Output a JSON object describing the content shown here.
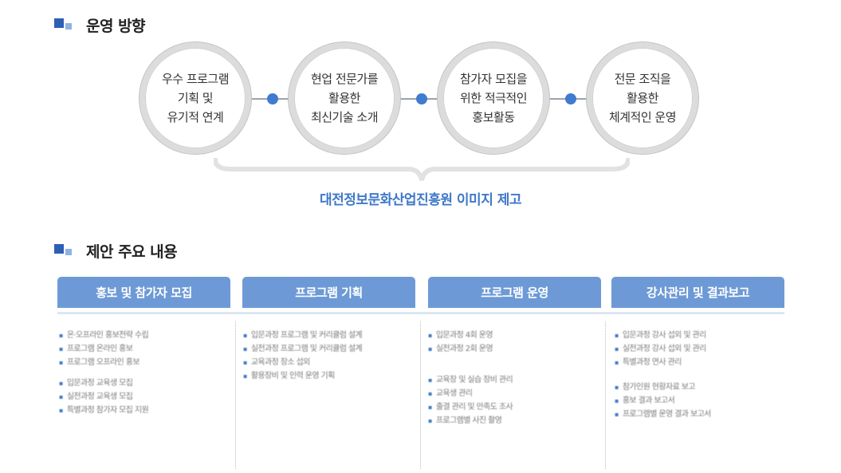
{
  "section1": {
    "title": "운영 방향"
  },
  "flow": {
    "circles": [
      "우수 프로그램\n기획 및\n유기적 연계",
      "현업 전문가를\n활용한\n최신기술 소개",
      "참가자 모집을\n위한 적극적인\n홍보활동",
      "전문 조직을\n활용한\n체계적인 운영"
    ],
    "goal": "대전정보문화산업진흥원 이미지 제고"
  },
  "section2": {
    "title": "제안 주요 내용"
  },
  "columns": [
    {
      "header": "홍보 및 참가자 모집",
      "groups": [
        [
          "온·오프라인 홍보전략 수립",
          "프로그램 온라인 홍보",
          "프로그램 오프라인 홍보"
        ],
        [
          "입문과정 교육생 모집",
          "실전과정 교육생 모집",
          "특별과정 참가자 모집 지원"
        ]
      ]
    },
    {
      "header": "프로그램 기획",
      "groups": [
        [
          "입문과정 프로그램 및 커리큘럼 설계",
          "실전과정 프로그램 및 커리큘럼 설계",
          "교육과정 장소 섭외",
          "활용장비 및 인력 운영 기획"
        ]
      ]
    },
    {
      "header": "프로그램 운영",
      "groups": [
        [
          "입문과정 4회 운영",
          "실전과정 2회 운영"
        ],
        [
          "교육장 및 실습 장비 관리",
          "교육생 관리",
          "출결 관리 및 만족도 조사",
          "프로그램별 사진 촬영"
        ]
      ]
    },
    {
      "header": "강사관리 및 결과보고",
      "groups": [
        [
          "입문과정 강사 섭외 및 관리",
          "실전과정 강사 섭외 및 관리",
          "특별과정 연사 관리"
        ],
        [
          "참가인원 현황자료 보고",
          "홍보 결과 보고서",
          "프로그램별 운영 결과 보고서"
        ]
      ]
    }
  ],
  "colors": {
    "accent": "#3f78c8",
    "tab": "#6d9ad6",
    "dot": "#3f7bcf",
    "ring": "#dcdcdc"
  }
}
